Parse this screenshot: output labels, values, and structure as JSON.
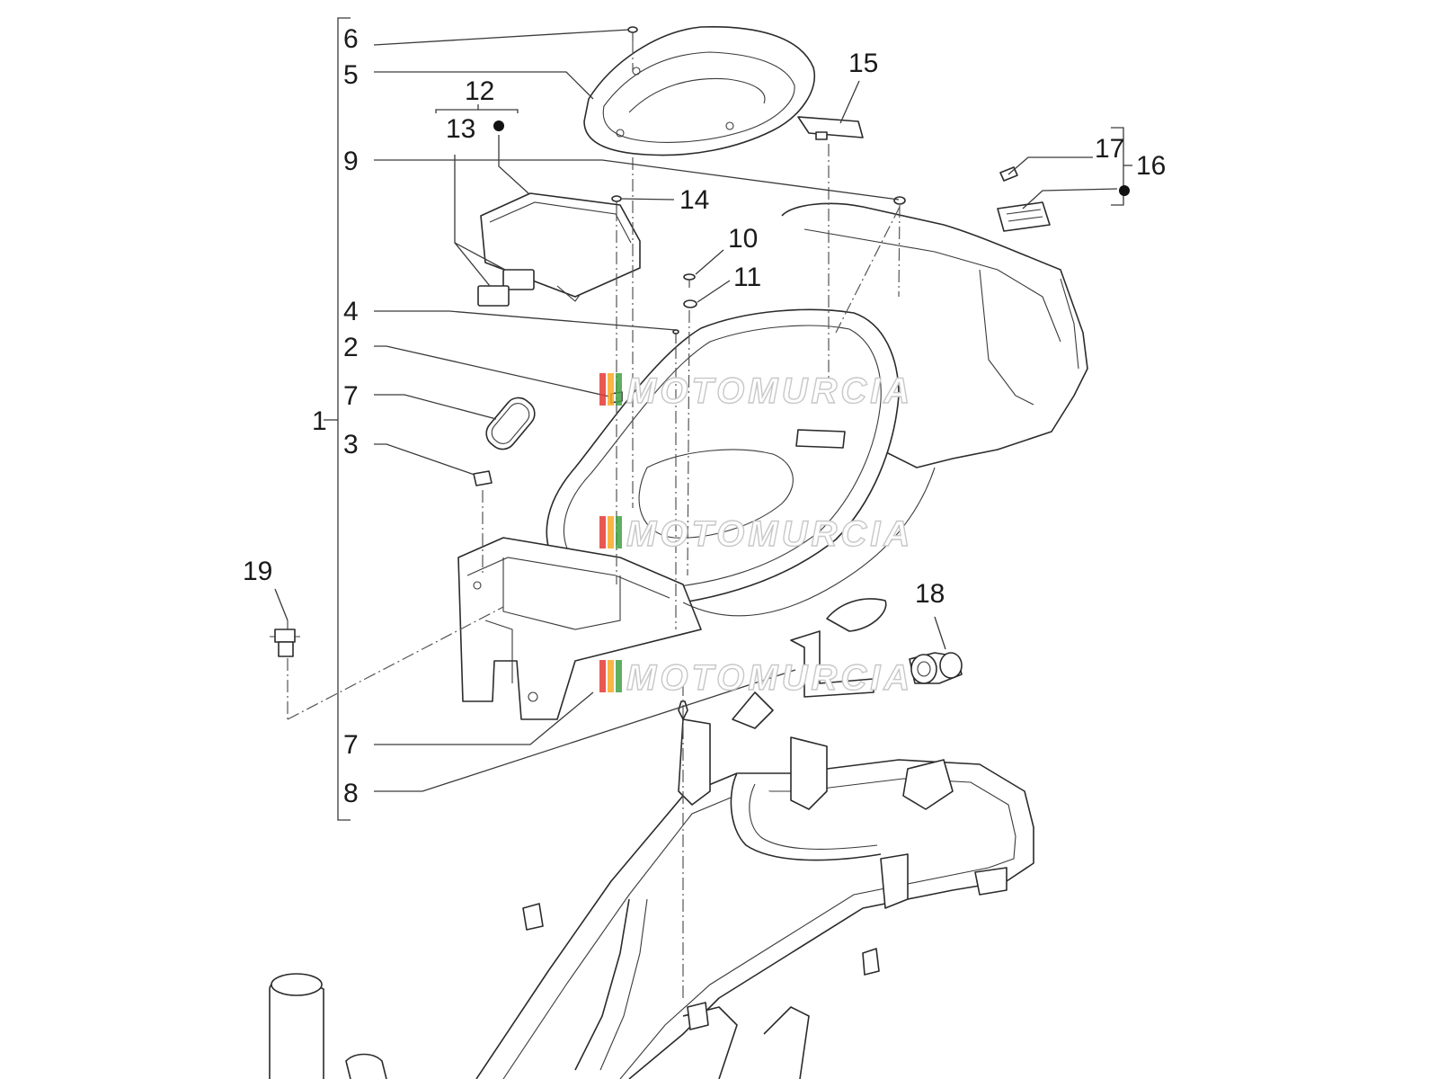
{
  "callouts": {
    "c1": "1",
    "c2": "2",
    "c3": "3",
    "c4": "4",
    "c5": "5",
    "c6": "6",
    "c7a": "7",
    "c7b": "7",
    "c8": "8",
    "c9": "9",
    "c10": "10",
    "c11": "11",
    "c12": "12",
    "c13": "13",
    "c14": "14",
    "c15": "15",
    "c16": "16",
    "c17": "17",
    "c18": "18",
    "c19": "19"
  },
  "watermark": {
    "text": "MOTOMURCIA",
    "stripe_colors": [
      "#e53935",
      "#f9a825",
      "#43a047"
    ]
  }
}
